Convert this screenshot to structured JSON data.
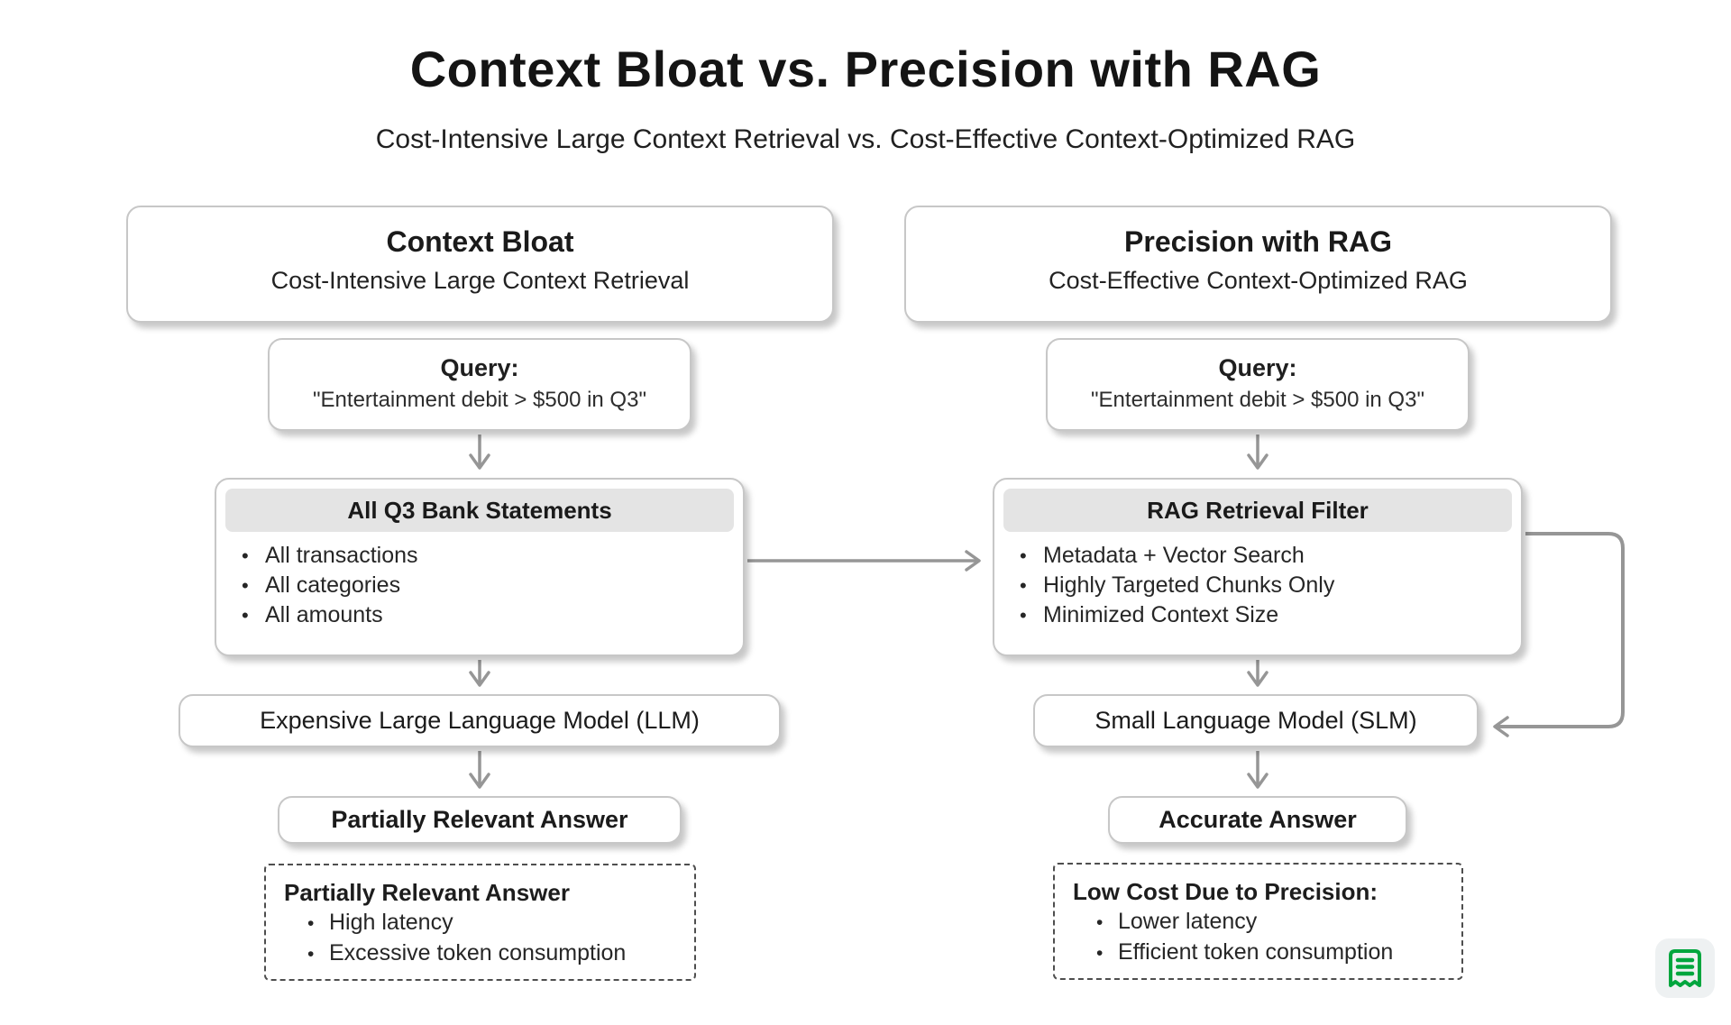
{
  "page": {
    "title": "Context Bloat vs. Precision with RAG",
    "subtitle": "Cost-Intensive Large Context Retrieval vs. Cost-Effective Context-Optimized RAG"
  },
  "colors": {
    "text": "#1f1f1f",
    "arrow": "#969696",
    "process_band_bg": "#e4e4e4",
    "box_border": "#c7c7c7",
    "accent_green": "#00A63E"
  },
  "bullet_char": "•",
  "columns": [
    {
      "header": {
        "title": "Context Bloat",
        "subtitle": "Cost-Intensive Large Context Retrieval"
      },
      "query": {
        "label": "Query:",
        "text": "\"Entertainment debit > $500 in Q3\""
      },
      "process": {
        "title": "All Q3 Bank Statements",
        "bullets": [
          "All transactions",
          "All categories",
          "All amounts"
        ]
      },
      "model_label": "Expensive Large Language Model (LLM)",
      "answer_label": "Partially Relevant Answer",
      "outcome": {
        "title": "Partially Relevant Answer",
        "bullets": [
          "High latency",
          "Excessive token consumption"
        ]
      }
    },
    {
      "header": {
        "title": "Precision with RAG",
        "subtitle": "Cost-Effective Context-Optimized RAG"
      },
      "query": {
        "label": "Query:",
        "text": "\"Entertainment debit > $500 in Q3\""
      },
      "process": {
        "title": "RAG Retrieval Filter",
        "bullets": [
          "Metadata + Vector Search",
          "Highly Targeted Chunks Only",
          "Minimized Context Size"
        ]
      },
      "model_label": "Small Language Model (SLM)",
      "answer_label": "Accurate Answer",
      "outcome": {
        "title": "Low Cost Due to Precision:",
        "bullets": [
          "Lower latency",
          "Efficient token consumption"
        ]
      }
    }
  ]
}
